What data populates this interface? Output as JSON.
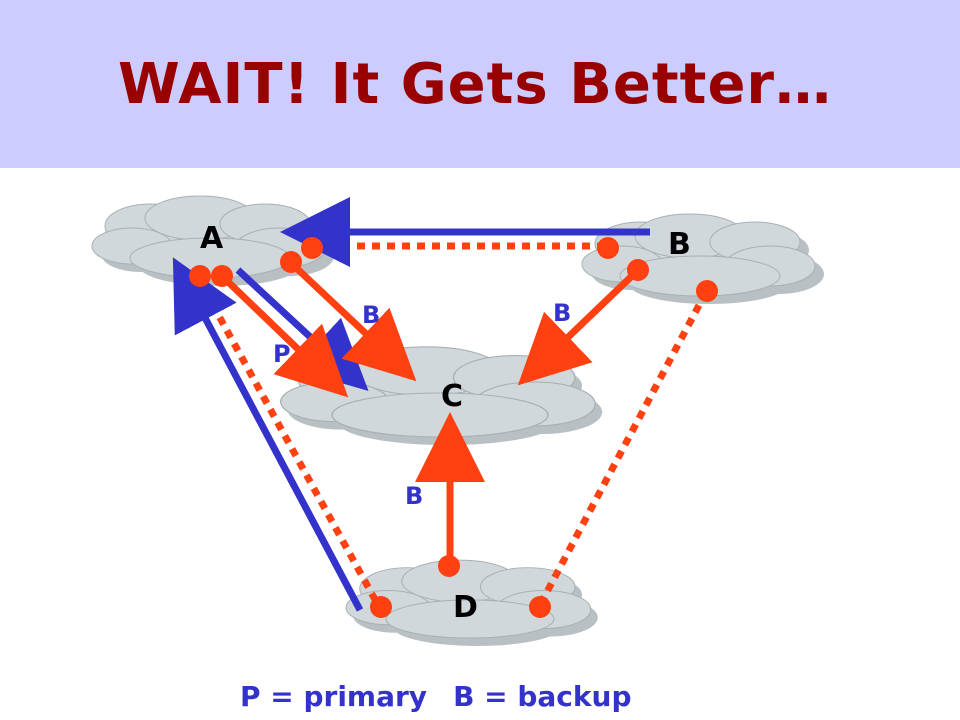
{
  "title": "WAIT! It Gets Better…",
  "nodes": {
    "a": "A",
    "b": "B",
    "c": "C",
    "d": "D"
  },
  "link_labels": {
    "a_to_c_primary": "P",
    "a_to_c_backup": "B",
    "b_to_c_backup": "B",
    "d_to_c_backup": "B"
  },
  "legend": {
    "primary": "P = primary",
    "backup": "B = backup"
  },
  "colors": {
    "banner": "#ccccff",
    "title": "#990000",
    "cloud": "#d0d8dc",
    "primary_path": "#3333cc",
    "backup_path": "#ff4010",
    "label": "#3333cc"
  }
}
